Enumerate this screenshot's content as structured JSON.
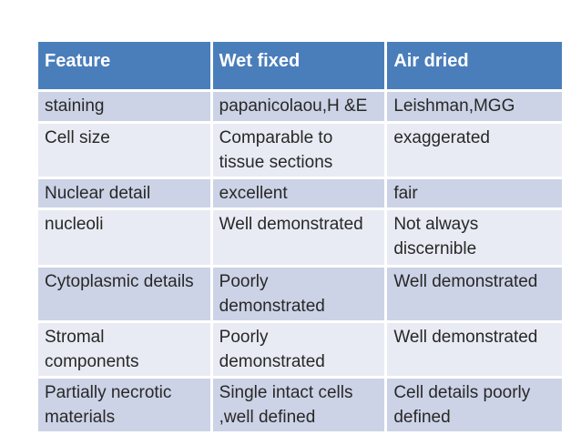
{
  "colors": {
    "header_bg": "#4a7ebb",
    "header_text": "#ffffff",
    "band_dark": "#ccd3e6",
    "band_light": "#e9ebf4",
    "body_text": "#282828",
    "slide_bg": "#ffffff"
  },
  "table": {
    "columns": [
      "Feature",
      "Wet fixed",
      "Air dried"
    ],
    "rows": [
      [
        "staining",
        "papanicolaou,H &E",
        "Leishman,MGG"
      ],
      [
        "Cell size",
        "Comparable to\ntissue sections",
        "exaggerated"
      ],
      [
        "Nuclear detail",
        "excellent",
        "fair"
      ],
      [
        "nucleoli",
        "Well demonstrated",
        "Not always\ndiscernible"
      ],
      [
        "Cytoplasmic details",
        "Poorly\ndemonstrated",
        "Well demonstrated"
      ],
      [
        "Stromal\ncomponents",
        "Poorly\ndemonstrated",
        "Well demonstrated"
      ],
      [
        "Partially necrotic\nmaterials",
        "Single intact cells\n,well defined",
        "Cell details poorly\ndefined"
      ]
    ]
  }
}
